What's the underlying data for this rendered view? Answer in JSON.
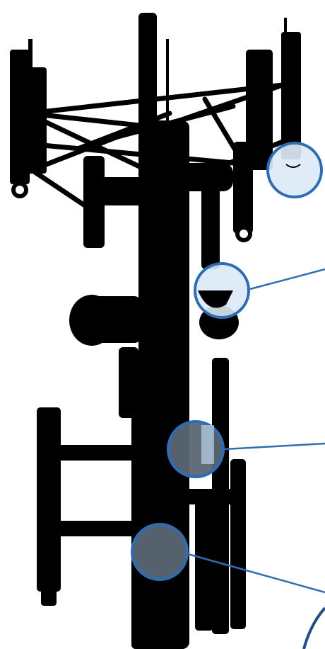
{
  "diagram": {
    "subject": "cell-tower-antenna-silhouette",
    "callouts": [
      {
        "id": "callout-1",
        "fill": "light"
      },
      {
        "id": "callout-2",
        "fill": "light"
      },
      {
        "id": "callout-3",
        "fill": "dark"
      },
      {
        "id": "callout-4",
        "fill": "dark"
      }
    ]
  },
  "colors": {
    "background": "#ffffff",
    "silhouette": "#000000",
    "callout_ring": "#2e6db4",
    "callout_fill_light": "#dce9f6",
    "callout_fill_dark": "#5a6672",
    "leader_line": "#2e6db4"
  }
}
